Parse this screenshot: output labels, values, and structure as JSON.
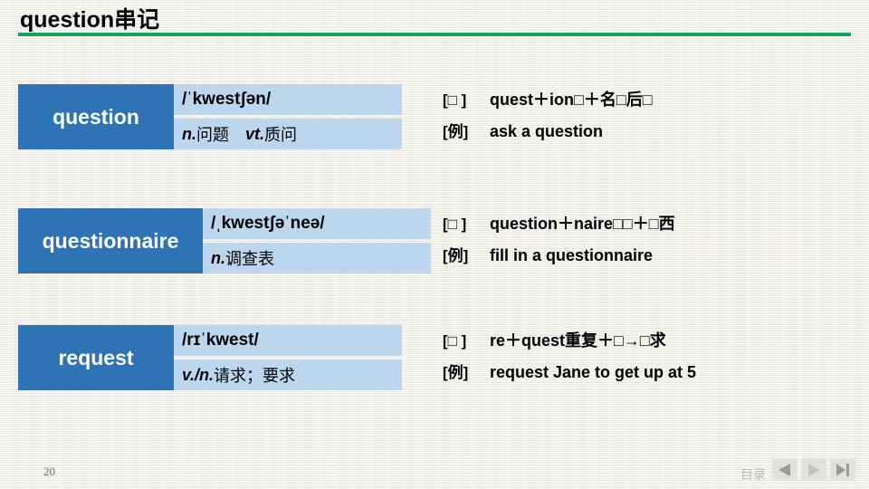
{
  "slide": {
    "title": "question串记",
    "accent_green": "#13A45B",
    "chip_blue": "#2E74B5",
    "panel_blue": "#BCD6EE",
    "background": "#EFEDEA"
  },
  "entries": [
    {
      "word": "question",
      "phonetic": "/ˈkwestʃən/",
      "pos_1": "n.",
      "sense_1": "问题",
      "pos_2": "vt.",
      "sense_2": "质问",
      "notes": [
        {
          "tag": "[□ ]",
          "text": "quest＋ion□＋名□后□"
        },
        {
          "tag": "[例]",
          "text": "ask a question"
        }
      ]
    },
    {
      "word": "questionnaire",
      "phonetic": "/ˌkwestʃəˈneə/",
      "pos_1": "n.",
      "sense_1": "调查表",
      "pos_2": "",
      "sense_2": "",
      "notes": [
        {
          "tag": "[□ ]",
          "text": "question＋naire□□＋□西"
        },
        {
          "tag": "[例]",
          "text": "fill in a questionnaire"
        }
      ]
    },
    {
      "word": "request",
      "phonetic": "/rɪˈkwest/",
      "pos_1": "v./n.",
      "sense_1": "请求；要求",
      "pos_2": "",
      "sense_2": "",
      "notes": [
        {
          "tag": "[□ ]",
          "text": "re＋quest重复＋□→□求"
        },
        {
          "tag": "[例]",
          "text": "request Jane to get up at 5"
        }
      ]
    }
  ],
  "footer": {
    "page_number": "20",
    "toc_label": "目录",
    "nav": {
      "prev": "prev-slide",
      "next": "next-slide",
      "last": "last-slide"
    }
  }
}
